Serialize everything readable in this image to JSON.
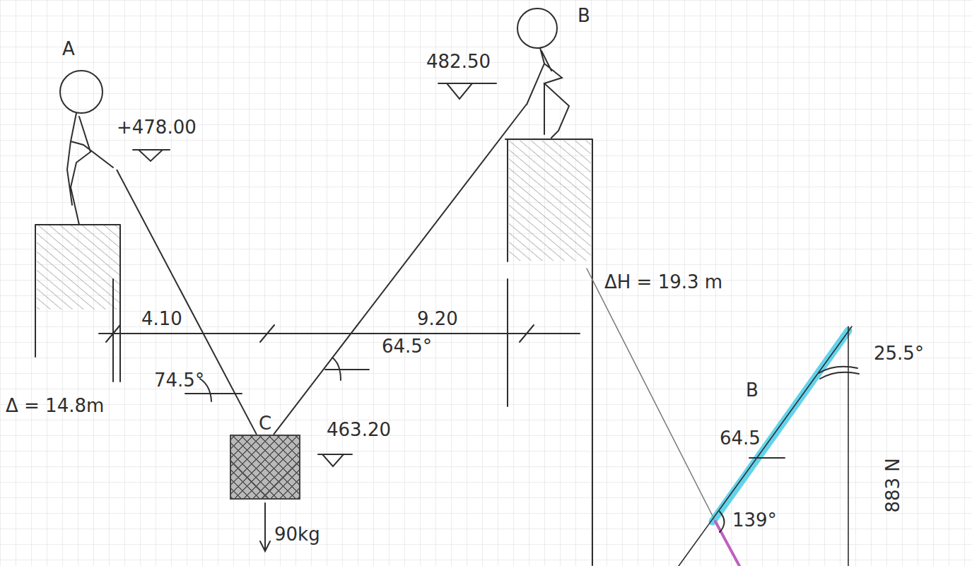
{
  "diagram": {
    "nodes": [
      {
        "text": [
          "A"
        ]
      },
      {
        "text": [
          "B"
        ]
      },
      {
        "text": [
          "C"
        ]
      }
    ],
    "edges": [
      {
        "from": 0,
        "to": 2,
        "arrow": "none"
      },
      {
        "from": 1,
        "to": 2,
        "arrow": "none"
      }
    ],
    "labels": [
      "+478.00",
      "482.50",
      "463.20",
      "4.10",
      "9.20",
      "74.5°",
      "64.5°",
      "Δ = 14.8m",
      "90kg",
      "ΔH = 19.3 m",
      "B",
      "64.5",
      "25.5°",
      "139°",
      "883 N"
    ]
  }
}
